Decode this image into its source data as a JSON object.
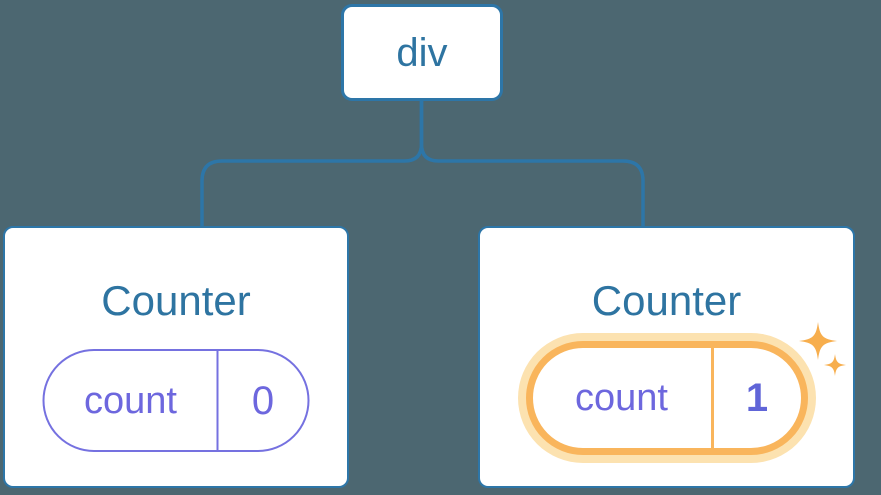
{
  "diagram": {
    "root": {
      "label": "div"
    },
    "children": [
      {
        "title": "Counter",
        "state": {
          "key": "count",
          "value": "0"
        },
        "highlighted": false
      },
      {
        "title": "Counter",
        "state": {
          "key": "count",
          "value": "1"
        },
        "highlighted": true
      }
    ]
  },
  "icons": {
    "sparkle": "sparkle-icon"
  },
  "colors": {
    "bg": "#4c6771",
    "line-blue": "#2d76a8",
    "text-blue": "#2e74a1",
    "purple-border": "#7571e0",
    "purple-text": "#6d67de",
    "value-indigo": "#6065d8",
    "orange": "#f9b55c",
    "orange-light": "#fce2b0",
    "sparkle-orange": "#f7ae4d",
    "card-bg": "#ffffff"
  }
}
